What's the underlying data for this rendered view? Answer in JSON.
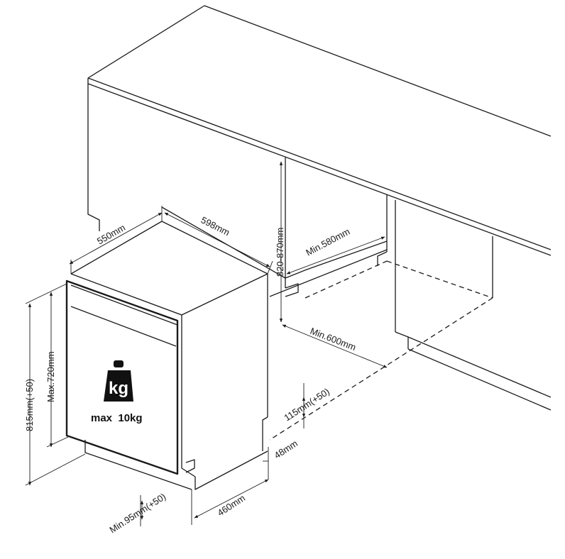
{
  "labels": {
    "depth": "550mm",
    "width": "598mm",
    "niche_height": "820-870mm",
    "min_580": "Min.580mm",
    "min_600": "Min.600mm",
    "height_815": "815mm(+50)",
    "max_720": "Max.720mm",
    "adj_115": "115mm(+50)",
    "plinth_48": "48mm",
    "depth_460": "460mm",
    "min_95": "Min.95mm(+50)",
    "max_load": "max  10kg",
    "weight_icon_text": "kg"
  },
  "icons": [
    "weight-icon",
    "arrow-icon"
  ]
}
